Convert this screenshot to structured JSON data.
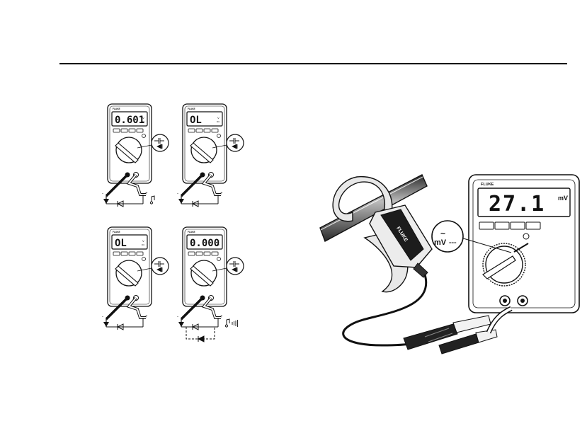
{
  "meters": [
    {
      "reading": "0.601",
      "unit_top": "V",
      "unit_bottom": "DC",
      "sound": true,
      "beeper": false,
      "dashed_branch": false
    },
    {
      "reading": "OL",
      "unit_top": "V",
      "unit_bottom": "DC",
      "sound": false,
      "beeper": false,
      "dashed_branch": false
    },
    {
      "reading": "OL",
      "unit_top": "V",
      "unit_bottom": "DC",
      "sound": false,
      "beeper": false,
      "dashed_branch": false
    },
    {
      "reading": "0.000",
      "unit_top": "V",
      "unit_bottom": "DC",
      "sound": true,
      "beeper": true,
      "dashed_branch": true
    }
  ],
  "clamp_meter": {
    "brand": "FLUKE",
    "reading": "27.1",
    "unit": "mV",
    "callout_unit": "mV",
    "callout_symbol_top": "~",
    "callout_symbol_bottom": "===",
    "clamp_brand": "FLUKE"
  },
  "small_meter_brand": "FLUKE",
  "colors": {
    "ink": "#111111",
    "lcd": "#ffffff",
    "body": "#ffffff",
    "gray": "#9a9a9a"
  }
}
